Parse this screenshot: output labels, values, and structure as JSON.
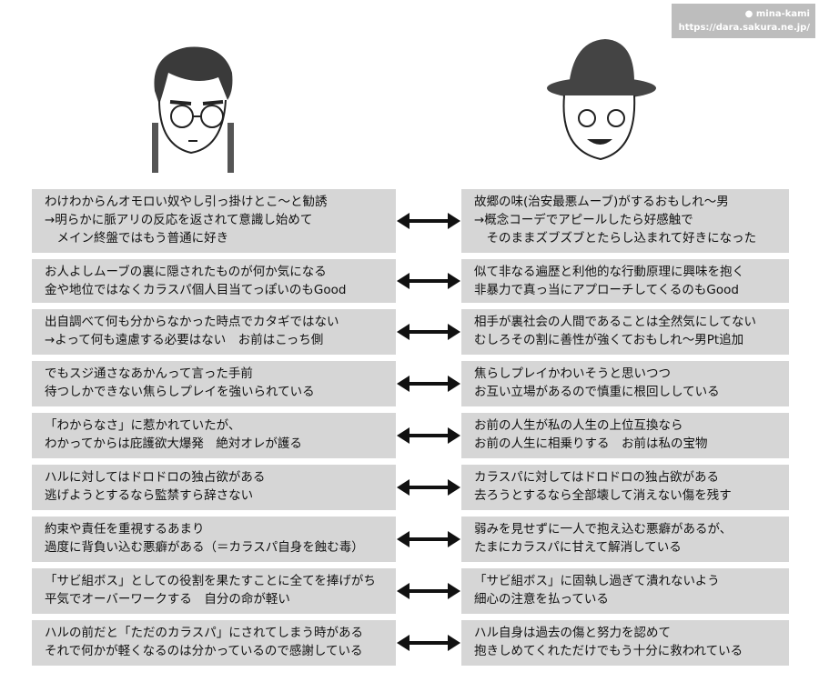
{
  "watermark": {
    "name": "mina-kami",
    "url": "https://dara.sakura.ne.jp/"
  },
  "rows": [
    {
      "left": [
        "わけわからんオモロい奴やし引っ掛けとこ〜と勧誘",
        "→明らかに脈アリの反応を返されて意識し始めて",
        "　メイン終盤ではもう普通に好き"
      ],
      "right": [
        "故郷の味(治安最悪ムーブ)がするおもしれ〜男",
        "→概念コーデでアピールしたら好感触で",
        "　そのままズブズブとたらし込まれて好きになった"
      ]
    },
    {
      "left": [
        "お人よしムーブの裏に隠されたものが何か気になる",
        "金や地位ではなくカラスパ個人目当てっぽいのもGood"
      ],
      "right": [
        "似て非なる遍歴と利他的な行動原理に興味を抱く",
        "非暴力で真っ当にアプローチしてくるのもGood"
      ]
    },
    {
      "left": [
        "出自調べて何も分からなかった時点でカタギではない",
        "→よって何も遠慮する必要はない　お前はこっち側"
      ],
      "right": [
        "相手が裏社会の人間であることは全然気にしてない",
        "むしろその割に善性が強くておもしれ〜男Pt追加"
      ]
    },
    {
      "left": [
        "でもスジ通さなあかんって言った手前",
        "待つしかできない焦らしプレイを強いられている"
      ],
      "right": [
        "焦らしプレイかわいそうと思いつつ",
        "お互い立場があるので慎重に根回ししている"
      ]
    },
    {
      "left": [
        "「わからなさ」に惹かれていたが、",
        "わかってからは庇護欲大爆発　絶対オレが護る"
      ],
      "right": [
        "お前の人生が私の人生の上位互換なら",
        "お前の人生に相乗りする　お前は私の宝物"
      ]
    },
    {
      "left": [
        "ハルに対してはドロドロの独占欲がある",
        "逃げようとするなら監禁すら辞さない"
      ],
      "right": [
        "カラスパに対してはドロドロの独占欲がある",
        "去ろうとするなら全部壊して消えない傷を残す"
      ]
    },
    {
      "left": [
        "約束や責任を重視するあまり",
        "過度に背負い込む悪癖がある（＝カラスパ自身を蝕む毒）"
      ],
      "right": [
        "弱みを見せずに一人で抱え込む悪癖があるが、",
        "たまにカラスパに甘えて解消している"
      ]
    },
    {
      "left": [
        "「サビ組ボス」としての役割を果たすことに全てを捧げがち",
        "平気でオーバーワークする　自分の命が軽い"
      ],
      "right": [
        "「サビ組ボス」に固執し過ぎて潰れないよう",
        "細心の注意を払っている"
      ]
    },
    {
      "left": [
        "ハルの前だと「ただのカラスパ」にされてしまう時がある",
        "それで何かが軽くなるのは分かっているので感謝している"
      ],
      "right": [
        "ハル自身は過去の傷と努力を認めて",
        "抱きしめてくれただけでもう十分に救われている"
      ]
    }
  ]
}
